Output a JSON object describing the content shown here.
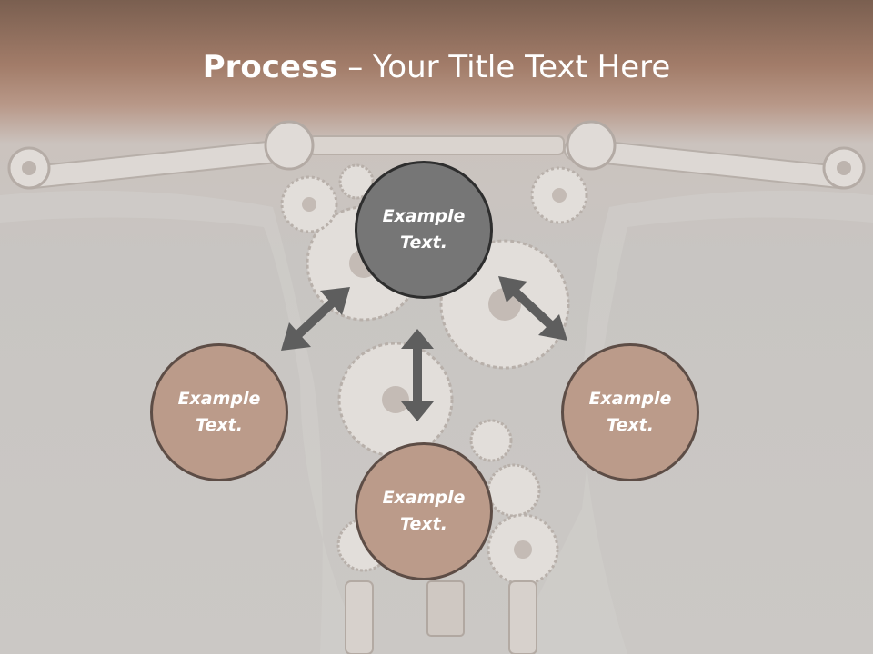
{
  "slide": {
    "title_bold": "Process",
    "title_rest": " – Your Title Text Here"
  },
  "nodes": {
    "top": {
      "line1": "Example",
      "line2": "Text."
    },
    "left": {
      "line1": "Example",
      "line2": "Text."
    },
    "right": {
      "line1": "Example",
      "line2": "Text."
    },
    "bottom": {
      "line1": "Example",
      "line2": "Text."
    }
  },
  "colors": {
    "header_brown": "#a27c69",
    "background_gray": "#c9c6c3",
    "center_node": "#767676",
    "outer_node": "#bb9b8a",
    "node_border": "#5d4d46",
    "arrow": "#5e5e5e"
  }
}
